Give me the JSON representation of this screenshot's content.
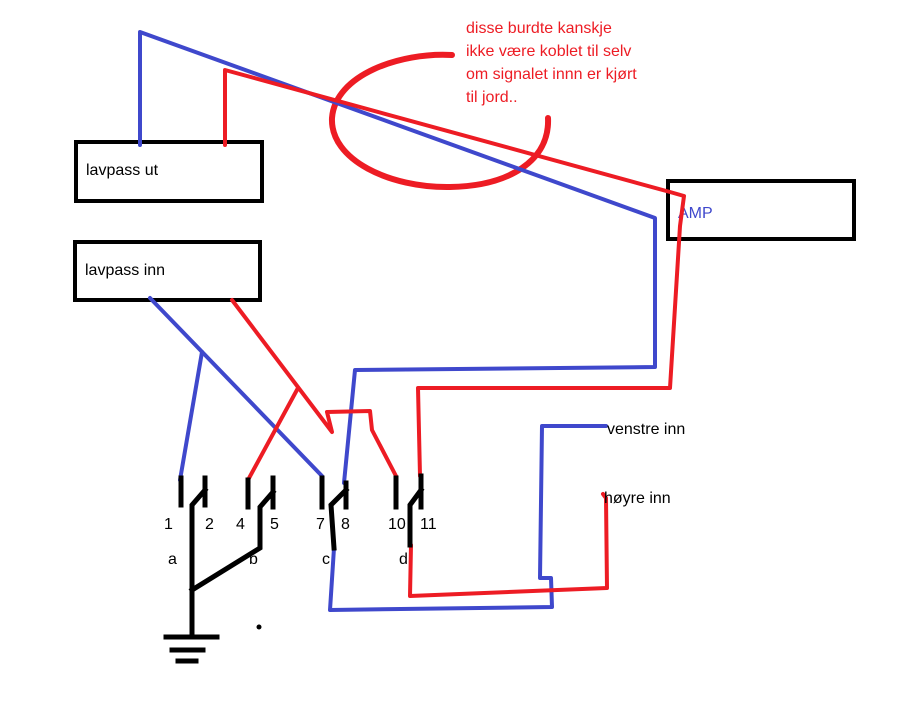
{
  "boxes": {
    "lavpass_ut": "lavpass ut",
    "lavpass_inn": "lavpass  inn",
    "amp": "AMP"
  },
  "annotation": [
    "disse burdte kanskje",
    "ikke være koblet til selv",
    "om signalet innn er kjørt",
    "til jord.."
  ],
  "pins": [
    "1",
    "2",
    "4",
    "5",
    "7",
    "8",
    "10",
    "11"
  ],
  "switches": [
    "a",
    "b",
    "c",
    "d"
  ],
  "inputs": {
    "left": "venstre inn",
    "right": "høyre inn"
  },
  "colors": {
    "left_channel": "#3f48cc",
    "right_channel": "#ed1c24",
    "ground": "#000000"
  }
}
